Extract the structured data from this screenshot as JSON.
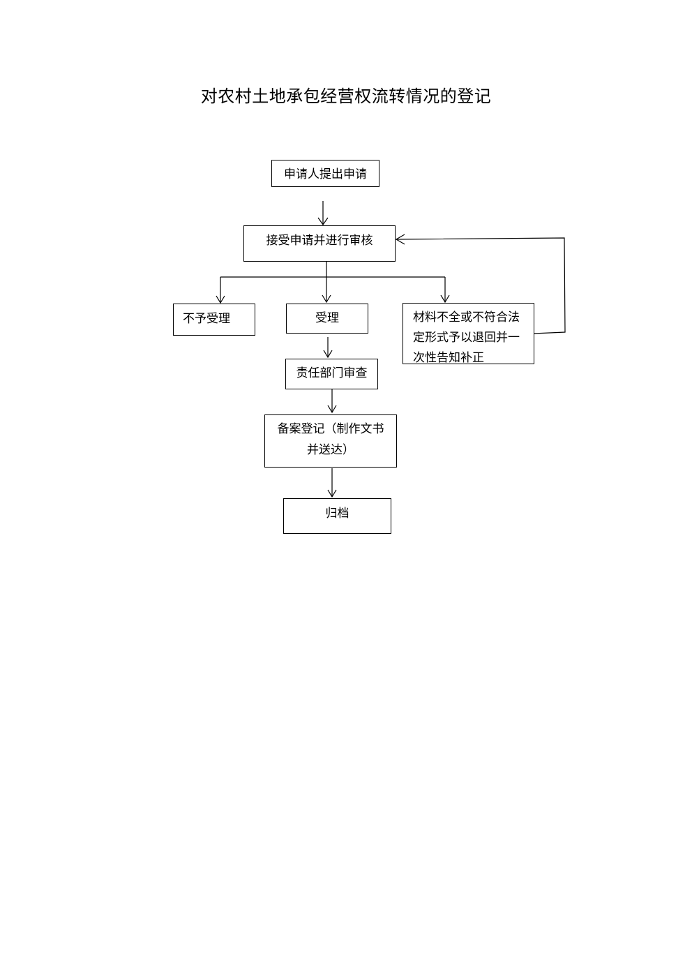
{
  "title": "对农村土地承包经营权流转情况的登记",
  "nodes": {
    "apply": "申请人提出申请",
    "accept_review": "接受申请并进行审核",
    "reject": "不予受理",
    "accept": "受理",
    "incomplete": "材料不全或不符合法定形式予以退回并一次性告知补正",
    "dept_review": "责任部门审查",
    "record_line1": "备案登记（制作文书",
    "record_line2": "并送达）",
    "archive": "归档"
  },
  "colors": {
    "line": "#000000",
    "background": "#ffffff"
  }
}
